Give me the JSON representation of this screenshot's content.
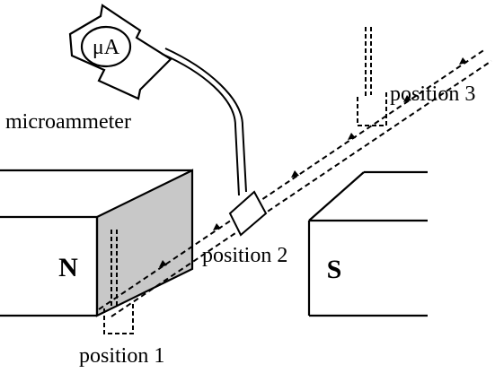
{
  "meter": {
    "symbol": "μA",
    "label": "microammeter"
  },
  "magnets": {
    "north": "N",
    "south": "S"
  },
  "positions": [
    {
      "id": 1,
      "label": "position 1"
    },
    {
      "id": 2,
      "label": "position 2"
    },
    {
      "id": 3,
      "label": "position 3"
    }
  ],
  "colors": {
    "stroke": "#000000",
    "magnet_face": "#c8c8c8",
    "background": "#ffffff"
  }
}
